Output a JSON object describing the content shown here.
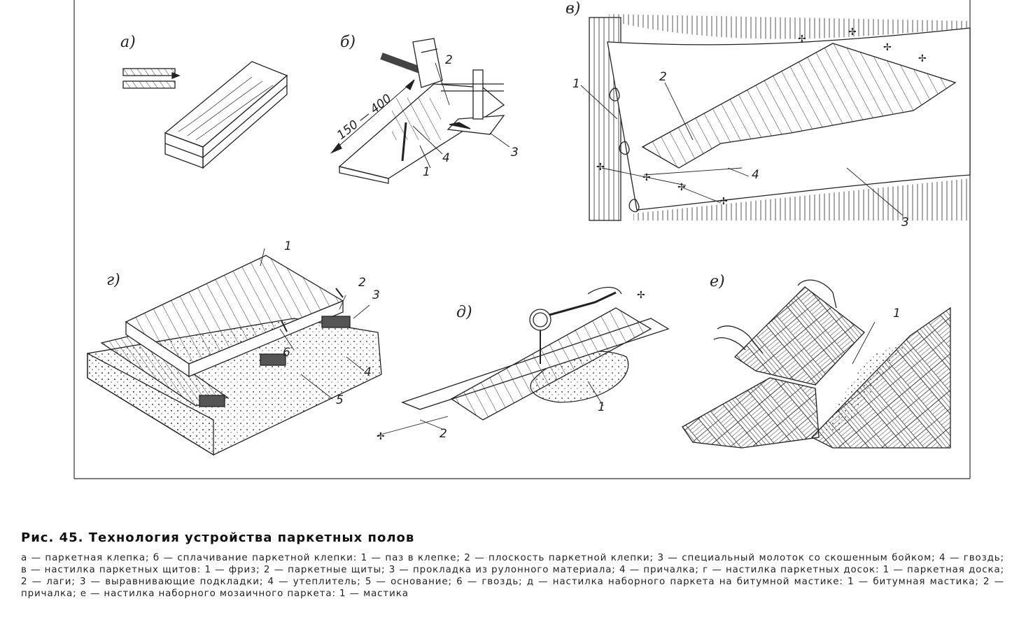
{
  "figure": {
    "panels": [
      {
        "id": "a",
        "letter": "а)"
      },
      {
        "id": "b",
        "letter": "б)"
      },
      {
        "id": "v",
        "letter": "в)"
      },
      {
        "id": "g",
        "letter": "г)"
      },
      {
        "id": "d",
        "letter": "д)"
      },
      {
        "id": "e",
        "letter": "е)"
      }
    ],
    "callouts": {
      "b": [
        "2",
        "3",
        "4",
        "1"
      ],
      "v": [
        "1",
        "2",
        "4",
        "3"
      ],
      "g": [
        "1",
        "2",
        "3",
        "4",
        "5",
        "6"
      ],
      "d": [
        "1",
        "2"
      ],
      "e": [
        "1"
      ]
    },
    "dimension_label": "150 — 400"
  },
  "caption": {
    "title": "Рис. 45. Технология устройства паркетных полов",
    "body": "а — паркетная клепка; б — сплачивание паркетной клепки: 1 — паз в клепке; 2 — плоскость паркетной клепки; 3 — специальный молоток со скошенным бойком; 4 — гвоздь; в — настилка паркетных щитов: 1 — фриз; 2 — паркетные щиты; 3 — прокладка из рулонного материала; 4 — причалка; г — настилка паркетных досок: 1 — паркетная доска; 2 — лаги; 3 — выравнивающие подкладки; 4 — утеплитель; 5 — основание; 6 — гвоздь; д — настилка наборного паркета на битумной мастике: 1 — битумная мастика; 2 — причалка; е — настилка наборного мозаичного паркета: 1 — мастика"
  },
  "colors": {
    "ink": "#222222",
    "paper": "#ffffff"
  }
}
